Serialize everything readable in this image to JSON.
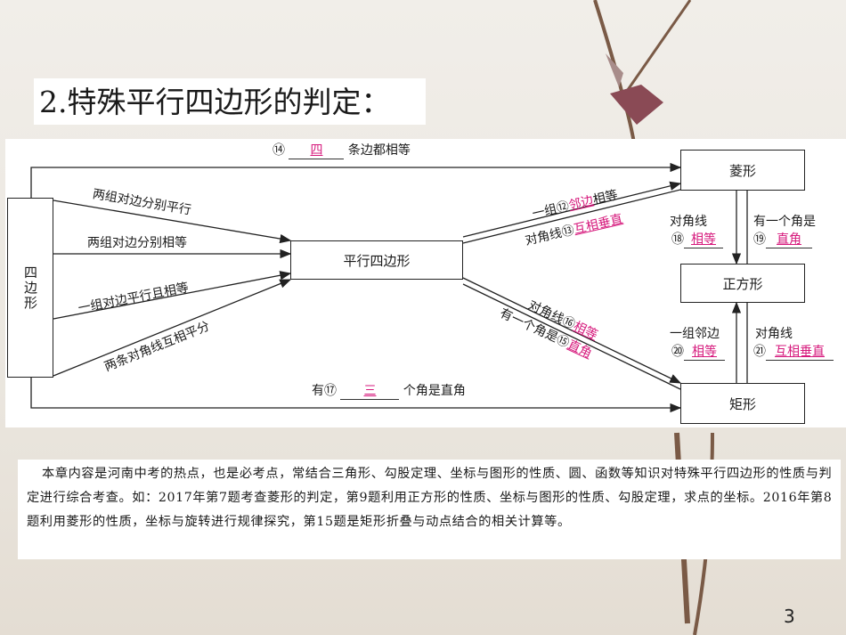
{
  "title": "2.特殊平行四边形的判定：",
  "nodes": {
    "quad": "四边形",
    "parallelogram": "平行四边形",
    "rhombus": "菱形",
    "square": "正方形",
    "rectangle": "矩形"
  },
  "edges": {
    "quad_to_rhombus": {
      "prefix": "⑭",
      "answer": "四",
      "suffix": "条边都相等"
    },
    "quad_to_rectangle": {
      "prefix": "有⑰",
      "answer": "三",
      "suffix": "个角是直角"
    },
    "quad_to_para": [
      "两组对边分别平行",
      "两组对边分别相等",
      "一组对边平行且相等",
      "两条对角线互相平分"
    ],
    "para_to_rhombus": [
      {
        "prefix": "一组⑫",
        "answer": "邻边",
        "suffix": "相等"
      },
      {
        "prefix": "对角线⑬",
        "answer": "互相垂直",
        "suffix": ""
      }
    ],
    "para_to_rectangle": [
      {
        "prefix": "对角线⑯",
        "answer": "相等",
        "suffix": ""
      },
      {
        "prefix": "有一个角是⑮",
        "answer": "直角",
        "suffix": ""
      }
    ],
    "rhombus_to_square": [
      {
        "head": "对角线",
        "num": "⑱",
        "answer": "相等"
      },
      {
        "head": "有一个角是",
        "num": "⑲",
        "answer": "直角"
      }
    ],
    "rectangle_to_square": [
      {
        "head": "一组邻边",
        "num": "⑳",
        "answer": "相等"
      },
      {
        "head": "对角线",
        "num": "㉑",
        "answer": "互相垂直"
      }
    ]
  },
  "paragraph": "本章内容是河南中考的热点，也是必考点，常结合三角形、勾股定理、坐标与图形的性质、圆、函数等知识对特殊平行四边形的性质与判定进行综合考查。如：2017年第7题考查菱形的判定，第9题利用正方形的性质、坐标与图形的性质、勾股定理，求点的坐标。2016年第8题利用菱形的性质，坐标与旋转进行规律探究，第15题是矩形折叠与动点结合的相关计算等。",
  "page_number": "3",
  "colors": {
    "answer": "#d6197c",
    "line": "#222222"
  }
}
